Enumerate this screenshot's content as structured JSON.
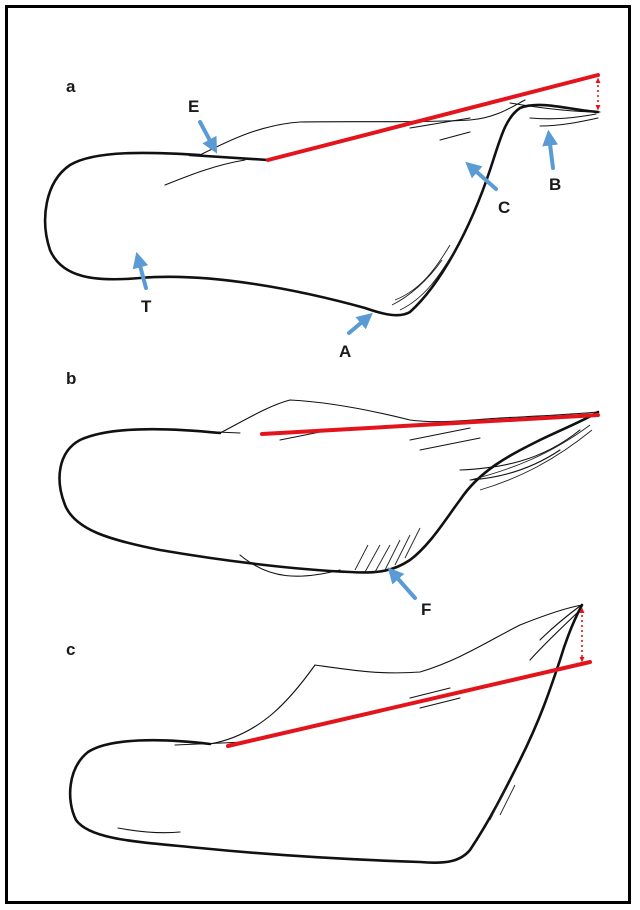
{
  "panels": [
    {
      "letter": "a"
    },
    {
      "letter": "b"
    },
    {
      "letter": "c"
    }
  ],
  "labels": {
    "E": "E",
    "B": "B",
    "C": "C",
    "T": "T",
    "A": "A",
    "F": "F"
  },
  "colors": {
    "reference_line": "#e3141b",
    "arrows": "#5b9bd5",
    "outline": "#111111"
  }
}
